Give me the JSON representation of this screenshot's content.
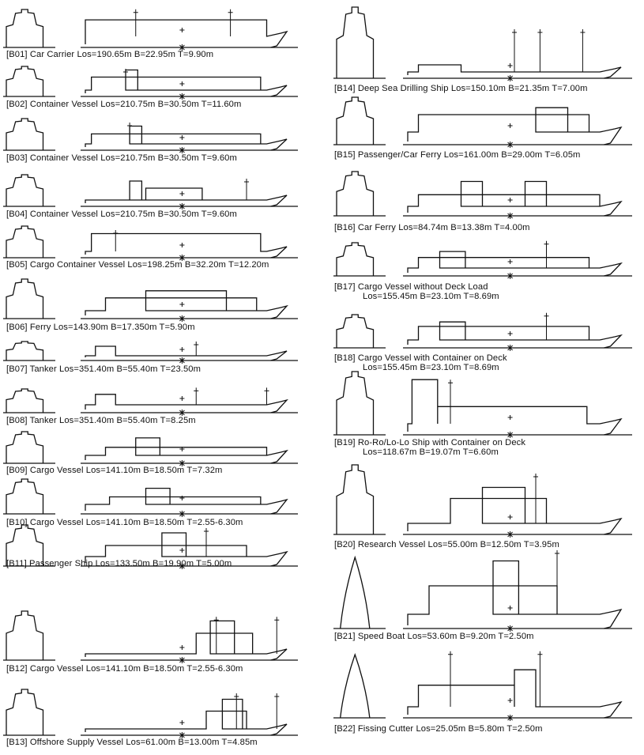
{
  "ships": [
    {
      "id": "[B01]",
      "name": "Car Carrier",
      "dims": "Los=190.65m  B=22.95m  T=9.90m"
    },
    {
      "id": "[B02]",
      "name": "Container Vessel",
      "dims": "Los=210.75m  B=30.50m  T=11.60m"
    },
    {
      "id": "[B03]",
      "name": "Container Vessel",
      "dims": "Los=210.75m  B=30.50m  T=9.60m"
    },
    {
      "id": "[B04]",
      "name": "Container Vessel",
      "dims": "Los=210.75m  B=30.50m  T=9.60m"
    },
    {
      "id": "[B05]",
      "name": "Cargo Container Vessel",
      "dims": "Los=198.25m  B=32.20m  T=12.20m"
    },
    {
      "id": "[B06]",
      "name": "Ferry",
      "dims": "Los=143.90m  B=17.350m  T=5.90m"
    },
    {
      "id": "[B07]",
      "name": "Tanker",
      "dims": "Los=351.40m  B=55.40m  T=23.50m"
    },
    {
      "id": "[B08]",
      "name": "Tanker",
      "dims": "Los=351.40m  B=55.40m  T=8.25m"
    },
    {
      "id": "[B09]",
      "name": "Cargo Vessel",
      "dims": "Los=141.10m  B=18.50m  T=7.32m"
    },
    {
      "id": "[B10]",
      "name": "Cargo Vessel",
      "dims": "Los=141.10m  B=18.50m  T=2.55-6.30m"
    },
    {
      "id": "[B11]",
      "name": "Passenger Ship",
      "dims": "Los=133.50m  B=19.90m  T=5.00m"
    },
    {
      "id": "[B12]",
      "name": "Cargo Vessel",
      "dims": "Los=141.10m  B=18.50m  T=2.55-6.30m"
    },
    {
      "id": "[B13]",
      "name": "Offshore Supply Vessel",
      "dims": "Los=61.00m  B=13.00m  T=4.85m"
    },
    {
      "id": "[B14]",
      "name": "Deep Sea Drilling Ship",
      "dims": "Los=150.10m  B=21.35m  T=7.00m"
    },
    {
      "id": "[B15]",
      "name": "Passenger/Car Ferry",
      "dims": "Los=161.00m  B=29.00m  T=6.05m"
    },
    {
      "id": "[B16]",
      "name": "Car Ferry",
      "dims": "Los=84.74m  B=13.38m  T=4.00m"
    },
    {
      "id": "[B17]",
      "name": "Cargo Vessel without Deck Load",
      "dims": "Los=155.45m  B=23.10m  T=8.69m"
    },
    {
      "id": "[B18]",
      "name": "Cargo Vessel with Container on Deck",
      "dims": "Los=155.45m  B=23.10m  T=8.69m"
    },
    {
      "id": "[B19]",
      "name": "Ro-Ro/Lo-Lo Ship with Container on Deck",
      "dims": "Los=118.67m  B=19.07m  T=6.60m"
    },
    {
      "id": "[B20]",
      "name": "Research Vessel",
      "dims": "Los=55.00m  B=12.50m  T=3.95m"
    },
    {
      "id": "[B21]",
      "name": "Speed Boat",
      "dims": "Los=53.60m  B=9.20m  T=2.50m"
    },
    {
      "id": "[B22]",
      "name": "Fissing Cutter",
      "dims": "Los=25.05m  B=5.80m  T=2.50m"
    }
  ]
}
